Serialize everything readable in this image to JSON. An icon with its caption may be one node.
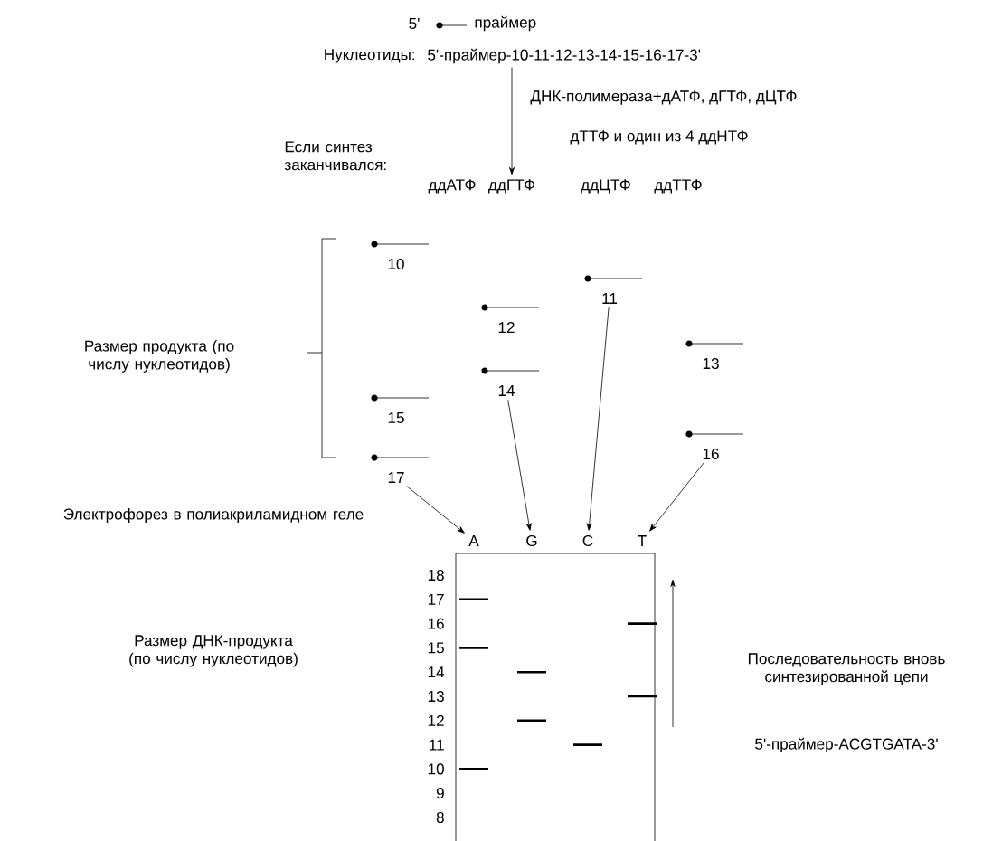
{
  "diagram": {
    "nodes": [
      {
        "text": [
          "5'-праймер-10-11-12-13-14-15-16-17-3'"
        ]
      },
      {
        "text": [
          "ддАТФ"
        ]
      },
      {
        "text": [
          "ддГТФ"
        ]
      },
      {
        "text": [
          "ддЦТФ"
        ]
      },
      {
        "text": [
          "ддТТФ"
        ]
      },
      {
        "text": [
          "10"
        ]
      },
      {
        "text": [
          "11"
        ]
      },
      {
        "text": [
          "12"
        ]
      },
      {
        "text": [
          "13"
        ]
      },
      {
        "text": [
          "14"
        ]
      },
      {
        "text": [
          "15"
        ]
      },
      {
        "text": [
          "16"
        ]
      },
      {
        "text": [
          "17"
        ]
      },
      {
        "text": [
          "A"
        ]
      },
      {
        "text": [
          "G"
        ]
      },
      {
        "text": [
          "C"
        ]
      },
      {
        "text": [
          "T"
        ]
      }
    ],
    "edges": [
      {
        "from": 0,
        "to": 2,
        "arrow": "to"
      },
      {
        "from": 12,
        "to": 13,
        "arrow": "to"
      },
      {
        "from": 9,
        "to": 14,
        "arrow": "to"
      },
      {
        "from": 6,
        "to": 15,
        "arrow": "to"
      },
      {
        "from": 11,
        "to": 16,
        "arrow": "to"
      }
    ],
    "labels": [
      "5'",
      "праймер",
      "Нуклеотиды:",
      "ДНК-полимераза+дАТФ, дГТФ, дЦТФ",
      "дТТФ и один из 4 ддНТФ",
      "Если синтез заканчивался:",
      "Размер продукта (по числу нуклеотидов)",
      "Электрофорез в полиакриламидном геле",
      "18",
      "17",
      "16",
      "15",
      "14",
      "13",
      "12",
      "11",
      "10",
      "9",
      "8",
      "Размер ДНК-продукта (по числу нуклеотидов)",
      "Последовательность вновь синтезированной цепи",
      "5'-праймер-ACGTGATA-3'"
    ]
  }
}
